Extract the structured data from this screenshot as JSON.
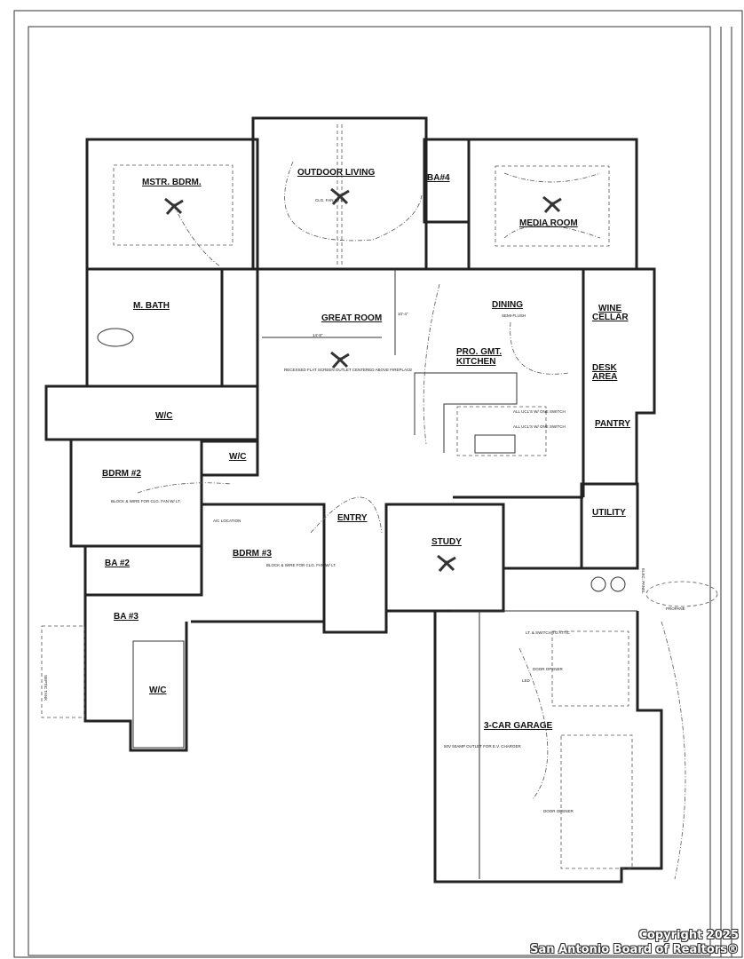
{
  "rooms": {
    "master_bedroom": "MSTR. BDRM.",
    "outdoor_living": "OUTDOOR LIVING",
    "bath4": "BA#4",
    "media_room": "MEDIA ROOM",
    "master_bath": "M. BATH",
    "great_room": "GREAT ROOM",
    "dining": "DINING",
    "kitchen_line1": "PRO. GMT.",
    "kitchen_line2": "KITCHEN",
    "wine_line1": "WINE",
    "wine_line2": "CELLAR",
    "desk_line1": "DESK",
    "desk_line2": "AREA",
    "pantry": "PANTRY",
    "wic_master": "W/C",
    "bedroom2": "BDRM #2",
    "wic_small": "W/C",
    "bedroom3": "BDRM #3",
    "bath2": "BA #2",
    "bath3": "BA #3",
    "wic_bottom": "W/C",
    "entry": "ENTRY",
    "study": "STUDY",
    "utility": "UTILITY",
    "garage": "3-CAR GARAGE"
  },
  "notes": {
    "clg_fan": "CLG. FAN W/ LT.",
    "semi_flush": "SEMI-FLUSH",
    "dim_width": "14'-8\"",
    "dim_height": "10'-4\"",
    "recessed": "RECESSED FLAT SCREEN OUTLET CENTERED ABOVE FIREPLACE",
    "all_ucls_1": "ALL UCL'S W/ ONE SWITCH",
    "all_ucls_2": "ALL UCL'S W/ ONE SWITCH",
    "block_wire_2": "BLOCK & WIRE FOR CLG. FAN W/ LT.",
    "block_wire_3": "BLOCK & WIRE FOR CLG. FAN W/ LT.",
    "ac_location": "A/C LOCATION",
    "ev_charger": "50V 50AMP OUTLET FOR E.V. CHARGER",
    "attic": "LT. & SWITCH TO ATTIC",
    "door_opener_1": "DOOR OPENER",
    "door_opener_2": "DOOR OPENER",
    "led": "LED",
    "propane": "PROPANE",
    "septic": "SEPTIC TANK",
    "elec_panel": "ELEC. PANEL"
  },
  "copyright": {
    "line1": "Copyright 2025",
    "line2": "San Antonio Board of Realtors®"
  }
}
